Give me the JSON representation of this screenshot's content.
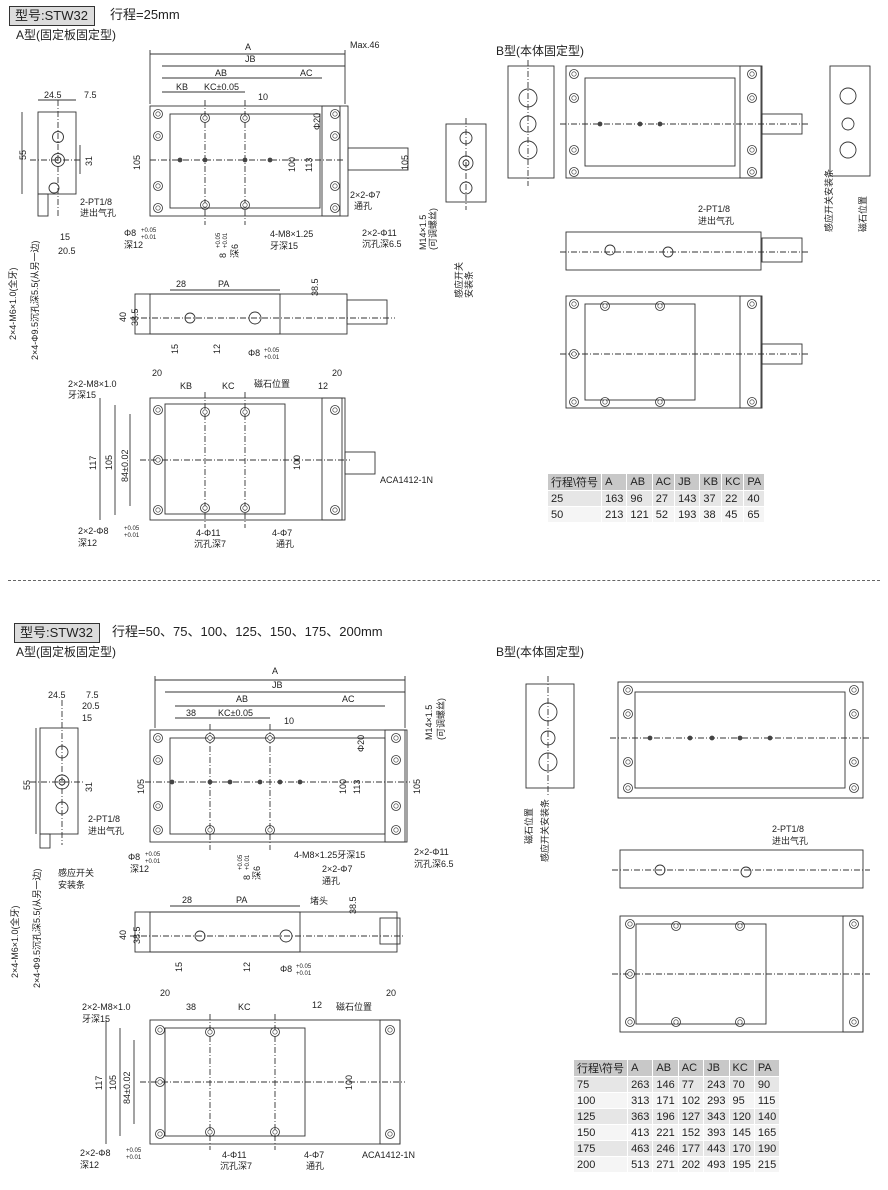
{
  "section1": {
    "model_tag": "型号:STW32",
    "stroke": "行程=25mm",
    "title_a": "A型(固定板固定型)",
    "title_b": "B型(本体固定型)",
    "side_dims": [
      "24.5",
      "7.5",
      "55",
      "31",
      "15",
      "20.5"
    ],
    "side_notes": [
      "2-PT1/8",
      "进出气孔",
      "2×4-M6×1.0(全牙)",
      "2×4-Φ9.5沉孔深5.5(从另一边)"
    ],
    "top_dims": [
      "A",
      "JB",
      "Max.46",
      "AB",
      "AC",
      "KB",
      "KC±0.05",
      "10",
      "Φ20",
      "105",
      "100",
      "113",
      "105"
    ],
    "top_notes": [
      "2×2-Φ7",
      "通孔",
      "Φ8",
      "+0.05",
      "+0.01",
      "深12",
      "8",
      "+0.05",
      "+0.01",
      "深6",
      "4-M8×1.25",
      "牙深15",
      "2×2-Φ11",
      "沉孔深6.5",
      "M14×1.5",
      "(可调螺丝)",
      "感应开关",
      "安装条"
    ],
    "front_dims": [
      "28",
      "PA",
      "38.5",
      "40",
      "38.5",
      "15",
      "12",
      "Φ8",
      "+0.05",
      "+0.01"
    ],
    "bottom_dims": [
      "20",
      "KB",
      "KC",
      "12",
      "20",
      "117",
      "105",
      "84±0.02",
      "100"
    ],
    "bottom_notes": [
      "2×2-M8×1.0",
      "牙深15",
      "磁石位置",
      "ACA1412-1N",
      "2×2-Φ8",
      "+0.05",
      "+0.01",
      "深12",
      "4-Φ11",
      "沉孔深7",
      "4-Φ7",
      "通孔"
    ],
    "b_notes": [
      "2-PT1/8",
      "进出气孔",
      "感应开关安装条",
      "磁石位置"
    ]
  },
  "table1": {
    "headers": [
      "行程\\符号",
      "A",
      "AB",
      "AC",
      "JB",
      "KB",
      "KC",
      "PA"
    ],
    "rows": [
      [
        "25",
        "163",
        "96",
        "27",
        "143",
        "37",
        "22",
        "40"
      ],
      [
        "50",
        "213",
        "121",
        "52",
        "193",
        "38",
        "45",
        "65"
      ]
    ]
  },
  "section2": {
    "model_tag": "型号:STW32",
    "stroke": "行程=50、75、100、125、150、175、200mm",
    "title_a": "A型(固定板固定型)",
    "title_b": "B型(本体固定型)",
    "side_dims": [
      "24.5",
      "7.5",
      "20.5",
      "15",
      "55",
      "31"
    ],
    "side_notes": [
      "2-PT1/8",
      "进出气孔",
      "感应开关",
      "安装条",
      "2×4-M6×1.0(全牙)",
      "2×4-Φ9.5沉孔深5.5(从另一边)"
    ],
    "top_dims": [
      "A",
      "JB",
      "AB",
      "AC",
      "38",
      "KC±0.05",
      "10",
      "Φ20",
      "105",
      "100",
      "113",
      "105"
    ],
    "top_notes": [
      "M14×1.5",
      "(可调螺丝)",
      "Φ8",
      "+0.05",
      "+0.01",
      "深12",
      "8",
      "+0.05",
      "+0.01",
      "深6",
      "4-M8×1.25牙深15",
      "2×2-Φ7",
      "通孔",
      "2×2-Φ11",
      "沉孔深6.5"
    ],
    "front_dims": [
      "28",
      "PA",
      "38.5",
      "40",
      "38.5",
      "15",
      "12",
      "Φ8",
      "+0.05",
      "+0.01"
    ],
    "front_notes": [
      "堵头"
    ],
    "bottom_dims": [
      "20",
      "38",
      "KC",
      "12",
      "20",
      "117",
      "105",
      "84±0.02",
      "100"
    ],
    "bottom_notes": [
      "2×2-M8×1.0",
      "牙深15",
      "磁石位置",
      "ACA1412-1N",
      "2×2-Φ8",
      "+0.05",
      "+0.01",
      "深12",
      "4-Φ11",
      "沉孔深7",
      "4-Φ7",
      "通孔"
    ],
    "b_notes": [
      "2-PT1/8",
      "进出气孔",
      "磁石位置",
      "感应开关安装条"
    ]
  },
  "table2": {
    "headers": [
      "行程\\符号",
      "A",
      "AB",
      "AC",
      "JB",
      "KC",
      "PA"
    ],
    "rows": [
      [
        "75",
        "263",
        "146",
        "77",
        "243",
        "70",
        "90"
      ],
      [
        "100",
        "313",
        "171",
        "102",
        "293",
        "95",
        "115"
      ],
      [
        "125",
        "363",
        "196",
        "127",
        "343",
        "120",
        "140"
      ],
      [
        "150",
        "413",
        "221",
        "152",
        "393",
        "145",
        "165"
      ],
      [
        "175",
        "463",
        "246",
        "177",
        "443",
        "170",
        "190"
      ],
      [
        "200",
        "513",
        "271",
        "202",
        "493",
        "195",
        "215"
      ]
    ]
  }
}
